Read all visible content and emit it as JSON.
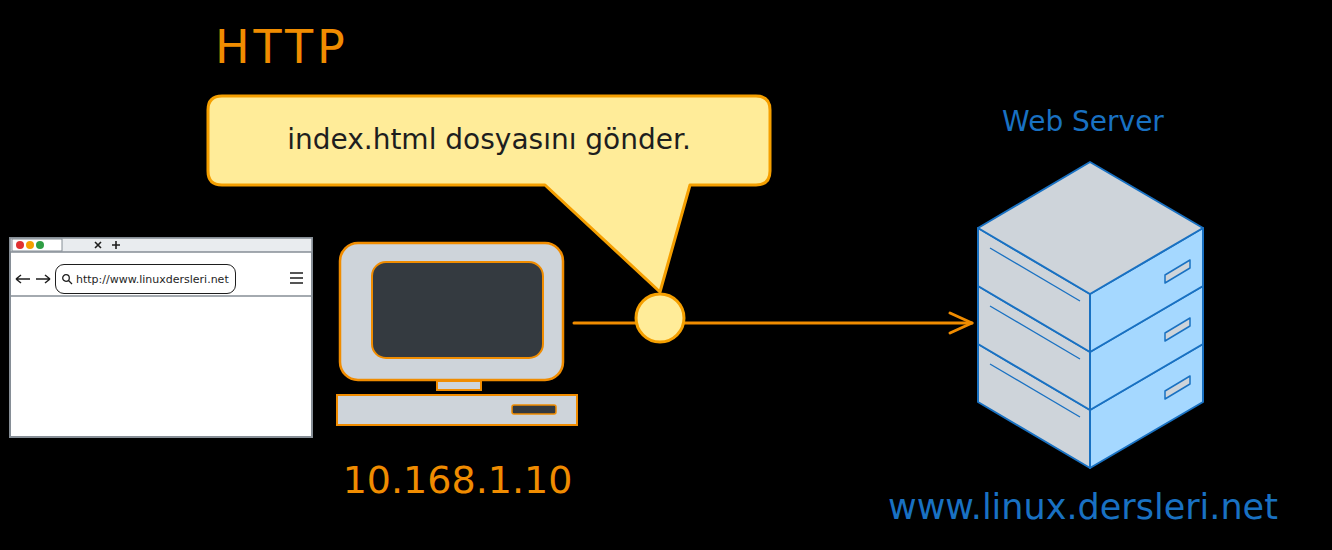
{
  "diagram": {
    "title": "HTTP",
    "nodes": [
      {
        "text": [
          "index.html dosyasını gönder."
        ]
      },
      {
        "text": [
          "http://www.linuxdersleri.net"
        ]
      },
      {
        "text": [
          "10.168.1.10"
        ]
      },
      {
        "text": [
          "Web Server",
          "www.linux.dersleri.net"
        ]
      }
    ],
    "edges": [
      {
        "from": 2,
        "to": 3,
        "arrow": "to"
      }
    ]
  }
}
